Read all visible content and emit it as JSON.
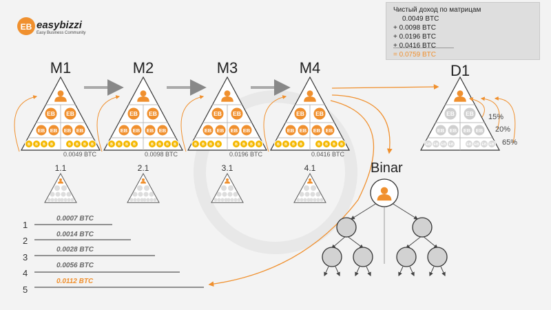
{
  "logo": {
    "name": "easybizzi",
    "tagline": "Easy Business Community"
  },
  "matrices": [
    {
      "title": "M1",
      "earning": "0.0049 BTC",
      "sub": "1.1"
    },
    {
      "title": "M2",
      "earning": "0.0098 BTC",
      "sub": "2.1"
    },
    {
      "title": "M3",
      "earning": "0.0196 BTC",
      "sub": "3.1"
    },
    {
      "title": "M4",
      "earning": "0.0416 BTC",
      "sub": "4.1"
    }
  ],
  "d1": {
    "title": "D1",
    "percents": [
      "15%",
      "20%",
      "65%"
    ]
  },
  "binar": {
    "title": "Binar"
  },
  "summary": {
    "title": "Чистый доход по матрицам",
    "lines": [
      "0.0049 BTC",
      "+  0.0098 BTC",
      "+  0.0196 BTC",
      "+  0.0416 BTC"
    ],
    "total": "=   0.0759 BTC"
  },
  "levels": [
    {
      "num": "1",
      "value": "0.0007 BTC"
    },
    {
      "num": "2",
      "value": "0.0014 BTC"
    },
    {
      "num": "3",
      "value": "0.0028 BTC"
    },
    {
      "num": "4",
      "value": "0.0056 BTC"
    },
    {
      "num": "5",
      "value": "0.0112 BTC"
    }
  ],
  "colors": {
    "accent": "#f0902e",
    "coin": "#f5b800",
    "gray": "#cfcfcf",
    "line": "#555555"
  }
}
